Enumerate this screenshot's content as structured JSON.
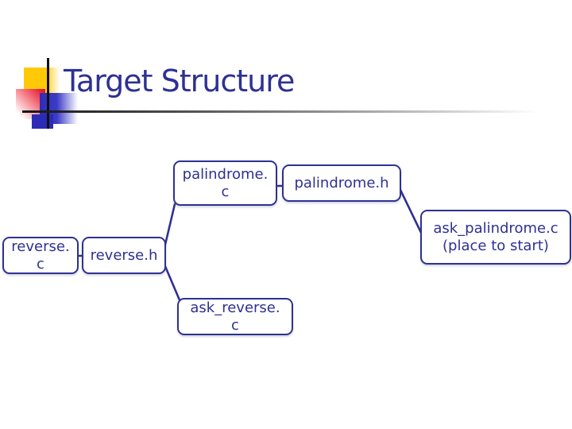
{
  "slide": {
    "title": "Target Structure"
  },
  "colors": {
    "accent_navy": "#2E3192",
    "deco_yellow": "#FFC907",
    "deco_red": "#E8112D",
    "deco_blue": "#3B3BC8",
    "rule_black": "#111111",
    "background": "#FFFFFF"
  },
  "diagram": {
    "nodes": [
      {
        "id": "palindrome-c",
        "label": "palindrome.\nc"
      },
      {
        "id": "palindrome-h",
        "label": "palindrome.h"
      },
      {
        "id": "reverse-c",
        "label": "reverse.\nc"
      },
      {
        "id": "reverse-h",
        "label": "reverse.h"
      },
      {
        "id": "ask-reverse-c",
        "label": "ask_reverse.\nc"
      },
      {
        "id": "ask-palindrome-c",
        "label": "ask_palindrome.c\n(place to start)"
      }
    ],
    "edges": [
      {
        "from": "palindrome-c",
        "to": "palindrome-h"
      },
      {
        "from": "reverse-c",
        "to": "reverse-h"
      },
      {
        "from": "palindrome-c",
        "to": "reverse-h"
      },
      {
        "from": "reverse-h",
        "to": "ask-reverse-c"
      },
      {
        "from": "palindrome-h",
        "to": "ask-palindrome-c"
      }
    ]
  }
}
